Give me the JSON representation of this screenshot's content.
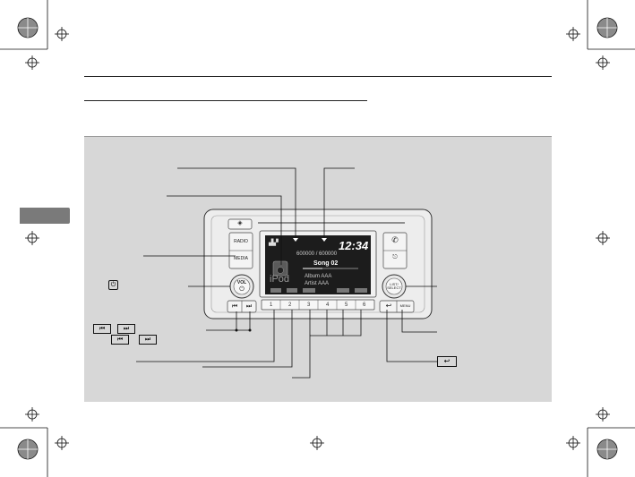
{
  "screen": {
    "time": "12:34",
    "track_count": "600000 / 600000",
    "song": "Song 02",
    "album": "Album AAA",
    "artist": "Artist AAA",
    "source": "iPod"
  },
  "buttons": {
    "radio": "RADIO",
    "media": "MEDIA",
    "vol": "VOL",
    "list_select": "LIST/ SELECT",
    "menu": "MENU"
  },
  "presets": [
    "1",
    "2",
    "3",
    "4",
    "5",
    "6"
  ],
  "colors": {
    "panel": "#d7d7d7",
    "screen": "#1c1c1c",
    "unit": "#ededed",
    "tab": "#7a7a7a"
  }
}
